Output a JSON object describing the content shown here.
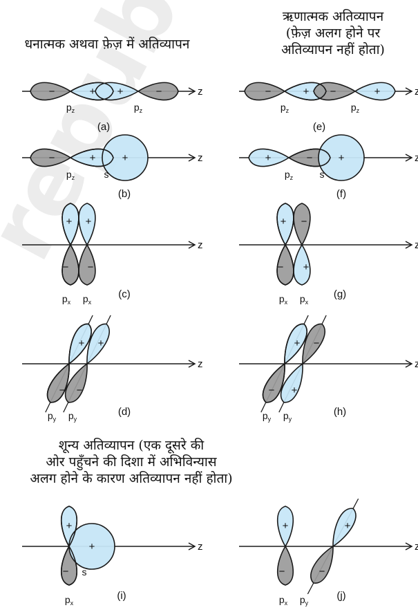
{
  "headings": {
    "positive": "धनात्मक अथवा फ़ेज़ में अतिव्यापन",
    "negative_lines": [
      "ऋणात्मक अतिव्यापन",
      "(फ़ेज़ अलग होने पर",
      "अतिव्यापन नहीं होता)"
    ],
    "zero_lines": [
      "शून्य अतिव्यापन (एक दूसरे की",
      "ओर पहुँचने की दिशा में अभिविन्यास",
      "अलग होने के कारण अतिव्यापन नहीं होता)"
    ]
  },
  "axis_label": "z",
  "sign_plus": "+",
  "sign_minus": "−",
  "colors": {
    "positive_lobe": "#c6e6f7",
    "negative_lobe": "#9a9a9a",
    "outline": "#1a1a1a",
    "watermark": "#e6e6e6"
  },
  "panels": [
    {
      "id": "a",
      "caption": "(a)",
      "orbitals": [
        "pz",
        "pz"
      ]
    },
    {
      "id": "b",
      "caption": "(b)",
      "orbitals": [
        "pz",
        "s"
      ]
    },
    {
      "id": "c",
      "caption": "(c)",
      "orbitals": [
        "px",
        "px"
      ]
    },
    {
      "id": "d",
      "caption": "(d)",
      "orbitals": [
        "py",
        "py"
      ]
    },
    {
      "id": "e",
      "caption": "(e)",
      "orbitals": [
        "pz",
        "pz"
      ]
    },
    {
      "id": "f",
      "caption": "(f)",
      "orbitals": [
        "pz",
        "s"
      ]
    },
    {
      "id": "g",
      "caption": "(g)",
      "orbitals": [
        "px",
        "px"
      ]
    },
    {
      "id": "h",
      "caption": "(h)",
      "orbitals": [
        "py",
        "py"
      ]
    },
    {
      "id": "i",
      "caption": "(i)",
      "orbitals": [
        "px",
        "s"
      ]
    },
    {
      "id": "j",
      "caption": "(j)",
      "orbitals": [
        "px",
        "py"
      ]
    }
  ],
  "orbital_labels": {
    "pz": "p",
    "pz_sub": "z",
    "px": "p",
    "px_sub": "x",
    "py": "p",
    "py_sub": "y",
    "s": "s"
  }
}
